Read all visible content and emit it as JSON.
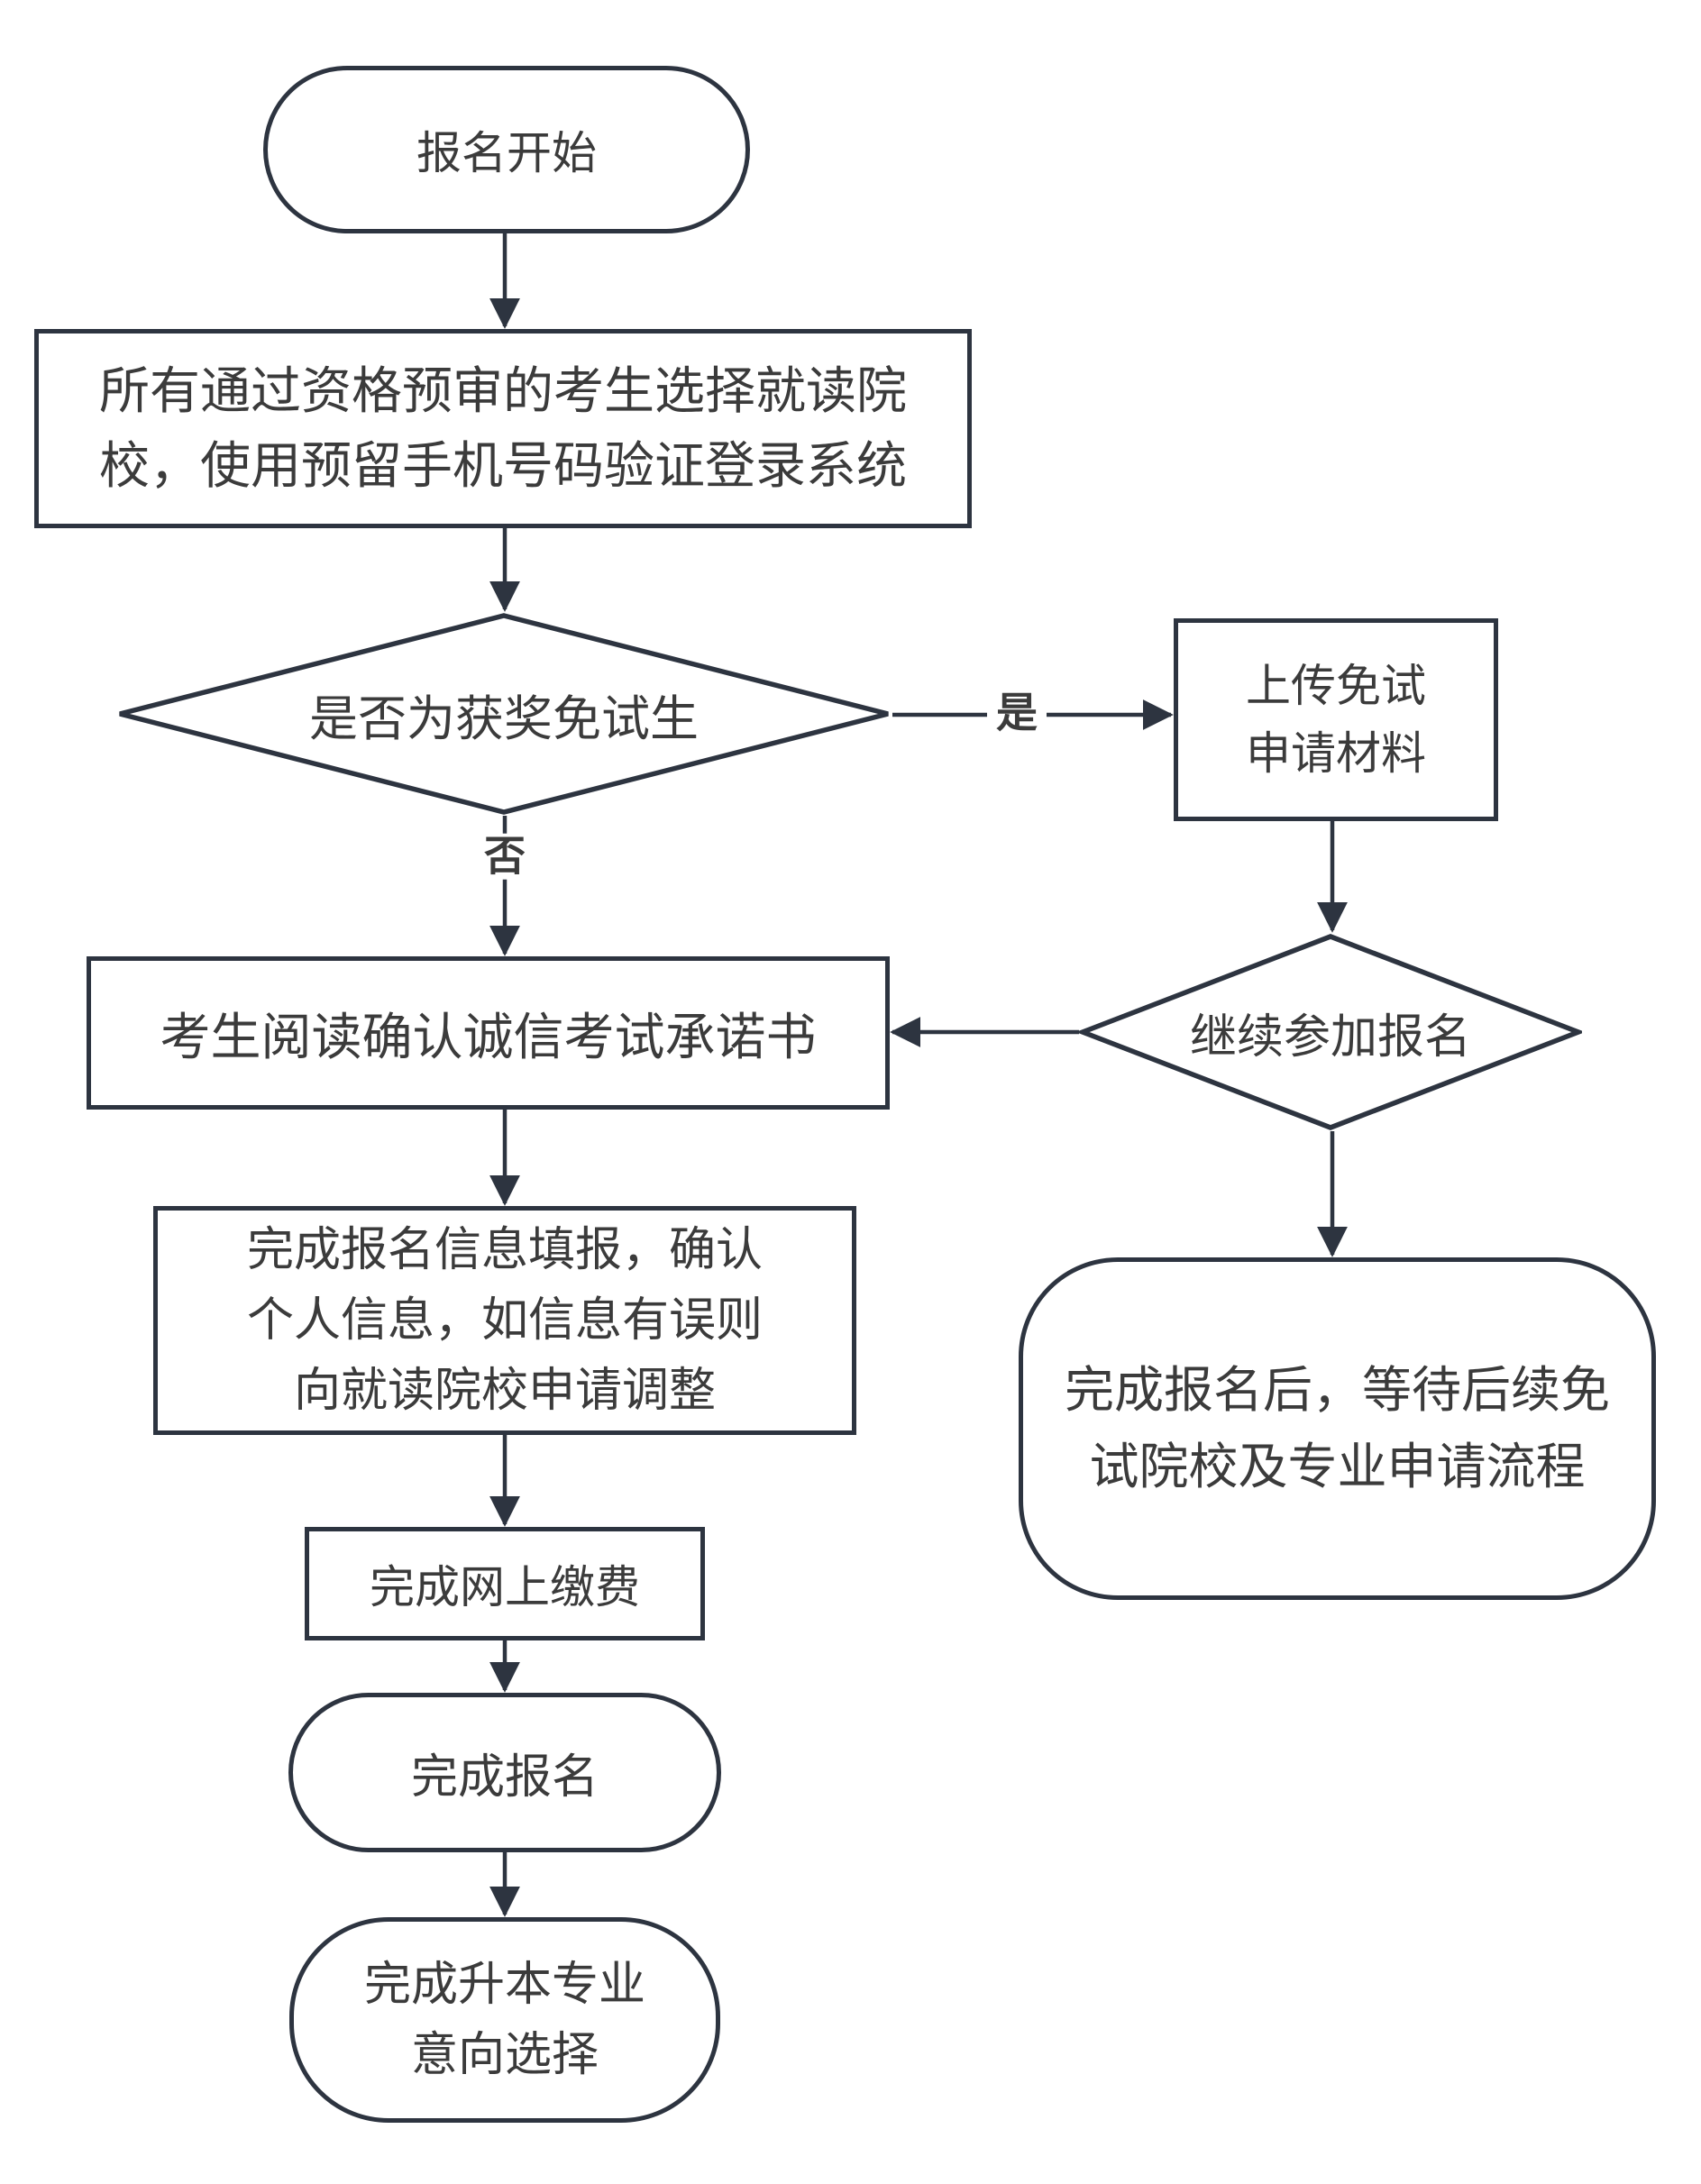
{
  "flowchart": {
    "nodes": {
      "start": "报名开始",
      "select_school": "所有通过资格预审的考生选择就读院\n校，使用预留手机号码验证登录系统",
      "award_decision": "是否为获奖免试生",
      "upload_materials": "上传免试\n申请材料",
      "commitment": "考生阅读确认诚信考试承诺书",
      "continue_decision": "继续参加报名",
      "wait_followup": "完成报名后，等待后续免\n试院校及专业申请流程",
      "fill_info": "完成报名信息填报，确认\n个人信息，如信息有误则\n向就读院校申请调整",
      "pay": "完成网上缴费",
      "done": "完成报名",
      "major_intent": "完成升本专业\n意向选择"
    },
    "edge_labels": {
      "yes": "是",
      "no": "否"
    },
    "colors": {
      "stroke": "#2d3440",
      "text": "#3b3b3b",
      "background": "#ffffff"
    }
  }
}
